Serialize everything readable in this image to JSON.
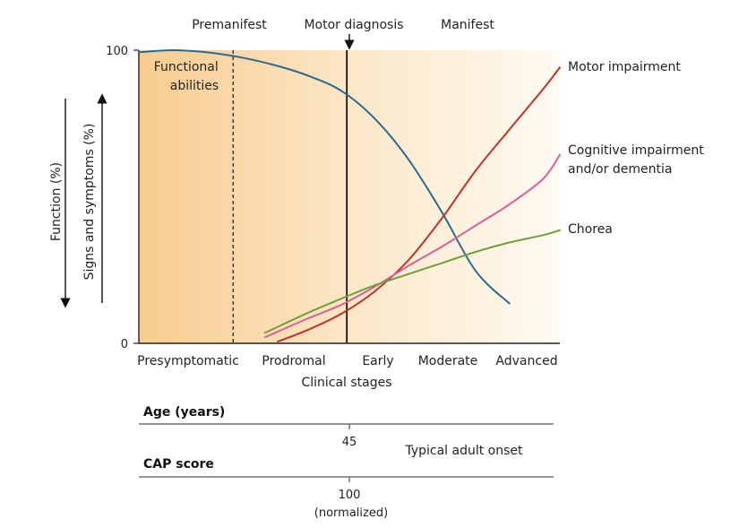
{
  "chart_data": {
    "type": "line",
    "phases": [
      "Premanifest",
      "Motor diagnosis",
      "Manifest"
    ],
    "ylabel_function": "Function (%)",
    "ylabel_symptoms": "Signs and symptoms (%)",
    "y_ticks": [
      "100",
      "0"
    ],
    "ylim": [
      0,
      100
    ],
    "xlabel": "Clinical stages",
    "stages": [
      "Presymptomatic",
      "Prodromal",
      "Early",
      "Moderate",
      "Advanced"
    ],
    "grid": false,
    "x_range": [
      0,
      100
    ],
    "premanifest_boundary": 22.4,
    "motor_diagnosis_x": 49.4,
    "series": [
      {
        "name": "Functional abilities",
        "color": "#2b6a8e",
        "x": [
          0,
          8,
          16,
          24,
          32,
          40,
          48,
          56,
          64,
          72,
          80,
          88
        ],
        "y": [
          99.3,
          100,
          99.3,
          97.6,
          95,
          91.4,
          86.2,
          76.7,
          62.8,
          44.7,
          24.7,
          13.6
        ]
      },
      {
        "name": "Motor impairment",
        "color": "#c0322b",
        "x": [
          33,
          40,
          48,
          56,
          64,
          72,
          80,
          88,
          96,
          100
        ],
        "y": [
          0.6,
          4.5,
          10,
          17.7,
          28.3,
          42.7,
          58.9,
          72.9,
          86.7,
          94.1
        ]
      },
      {
        "name": "Cognitive impairment\nand/or dementia",
        "color": "#d9609a",
        "x": [
          30,
          40,
          48,
          56,
          64,
          72,
          80,
          88,
          96,
          100
        ],
        "y": [
          2.1,
          8.4,
          13.1,
          19.3,
          26.4,
          33,
          40.2,
          47.4,
          56.1,
          64.3
        ]
      },
      {
        "name": "Chorea",
        "color": "#70a03c",
        "x": [
          30,
          40,
          48,
          56,
          64,
          72,
          80,
          88,
          96,
          100
        ],
        "y": [
          3.6,
          10.3,
          15.2,
          19.8,
          23.6,
          27.4,
          31.2,
          34.4,
          36.9,
          38.6
        ]
      }
    ]
  },
  "table": {
    "row1_label": "Age (years)",
    "row2_label": "CAP score",
    "age_value": "45",
    "onset_label": "Typical adult onset",
    "cap_value": "100",
    "cap_note": "(normalized)"
  }
}
